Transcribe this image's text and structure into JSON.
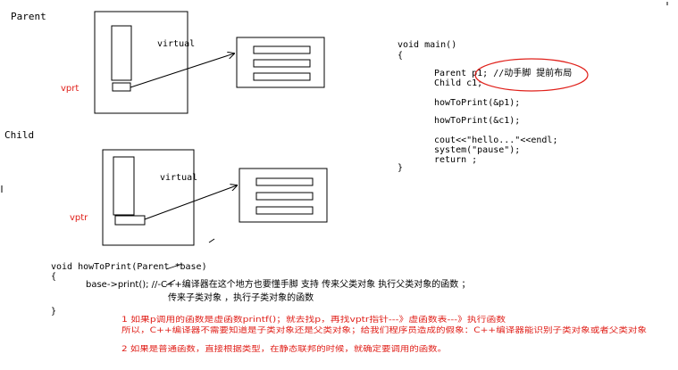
{
  "diagram": {
    "parent_label": "Parent",
    "child_label": "Child",
    "parent": {
      "virtual_label": "virtual",
      "vptr_label": "vprt"
    },
    "child": {
      "virtual_label": "virtual",
      "vptr_label": "vptr"
    }
  },
  "main_code": {
    "lines": [
      "void main()",
      "{",
      "Parent p1; //动手脚  提前布局",
      "Child c1;",
      "howToPrint(&p1);",
      "howToPrint(&c1);",
      "cout<<\"hello...\"<<endl;",
      "system(\"pause\");",
      "return ;",
      "}"
    ]
  },
  "func_code": {
    "signature": "void howToPrint(Parent *base)",
    "open_brace": "{",
    "call_line": "base->print();  //-C++编译器在这个地方也要懂手脚 支持 传来父类对象 执行父类对象的函数 ；",
    "call_line2": "传来子类对象 ，执行子类对象的函数",
    "close_brace": "}"
  },
  "notes": {
    "note1": "1 如果p调用的函数是虚函数printf()；就去找p，再找vptr指针---》虚函数表---》执行函数",
    "note2": "所以，C++编译器不需要知道是子类对象还是父类对象；给我们程序员造成的假象：C++编译器能识别子类对象或者父类对象",
    "note3": "2 如果是普通函数，直接根据类型，在静态联邦的时候，就确定要调用的函数。"
  },
  "colors": {
    "annotation": "#e0201a",
    "ink": "#000000"
  }
}
